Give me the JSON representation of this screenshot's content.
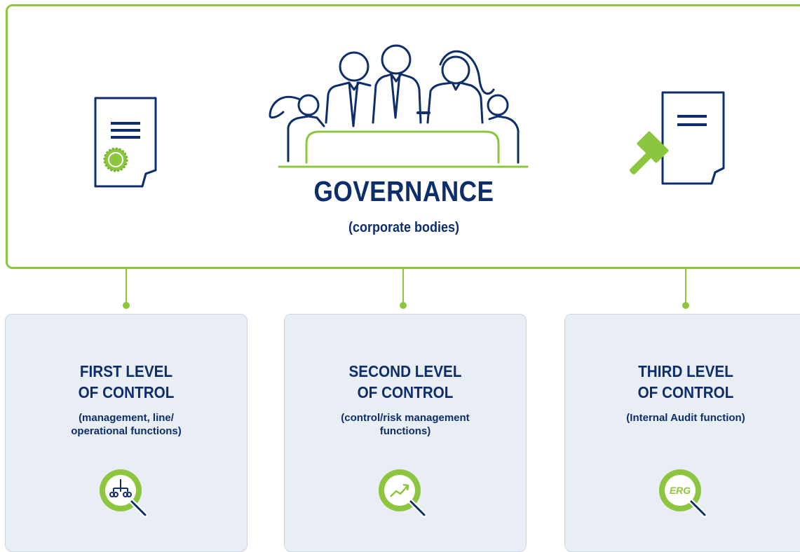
{
  "governance": {
    "title": "GOVERNANCE",
    "subtitle": "(corporate bodies)"
  },
  "levels": [
    {
      "title_line1": "FIRST LEVEL",
      "title_line2": "OF CONTROL",
      "desc_line1": "(management, line/",
      "desc_line2": "operational functions)",
      "icon": "org-chart-magnifier-icon"
    },
    {
      "title_line1": "SECOND LEVEL",
      "title_line2": "OF CONTROL",
      "desc_line1": "(control/risk management",
      "desc_line2": "functions)",
      "icon": "trend-magnifier-icon"
    },
    {
      "title_line1": "THIRD LEVEL",
      "title_line2": "OF CONTROL",
      "desc_line1": "(Internal Audit function)",
      "desc_line2": "",
      "icon": "erg-magnifier-icon",
      "icon_text": "ERG"
    }
  ],
  "colors": {
    "navy": "#0d2d6b",
    "green": "#8cc63f",
    "card_bg": "#e9eef5"
  }
}
